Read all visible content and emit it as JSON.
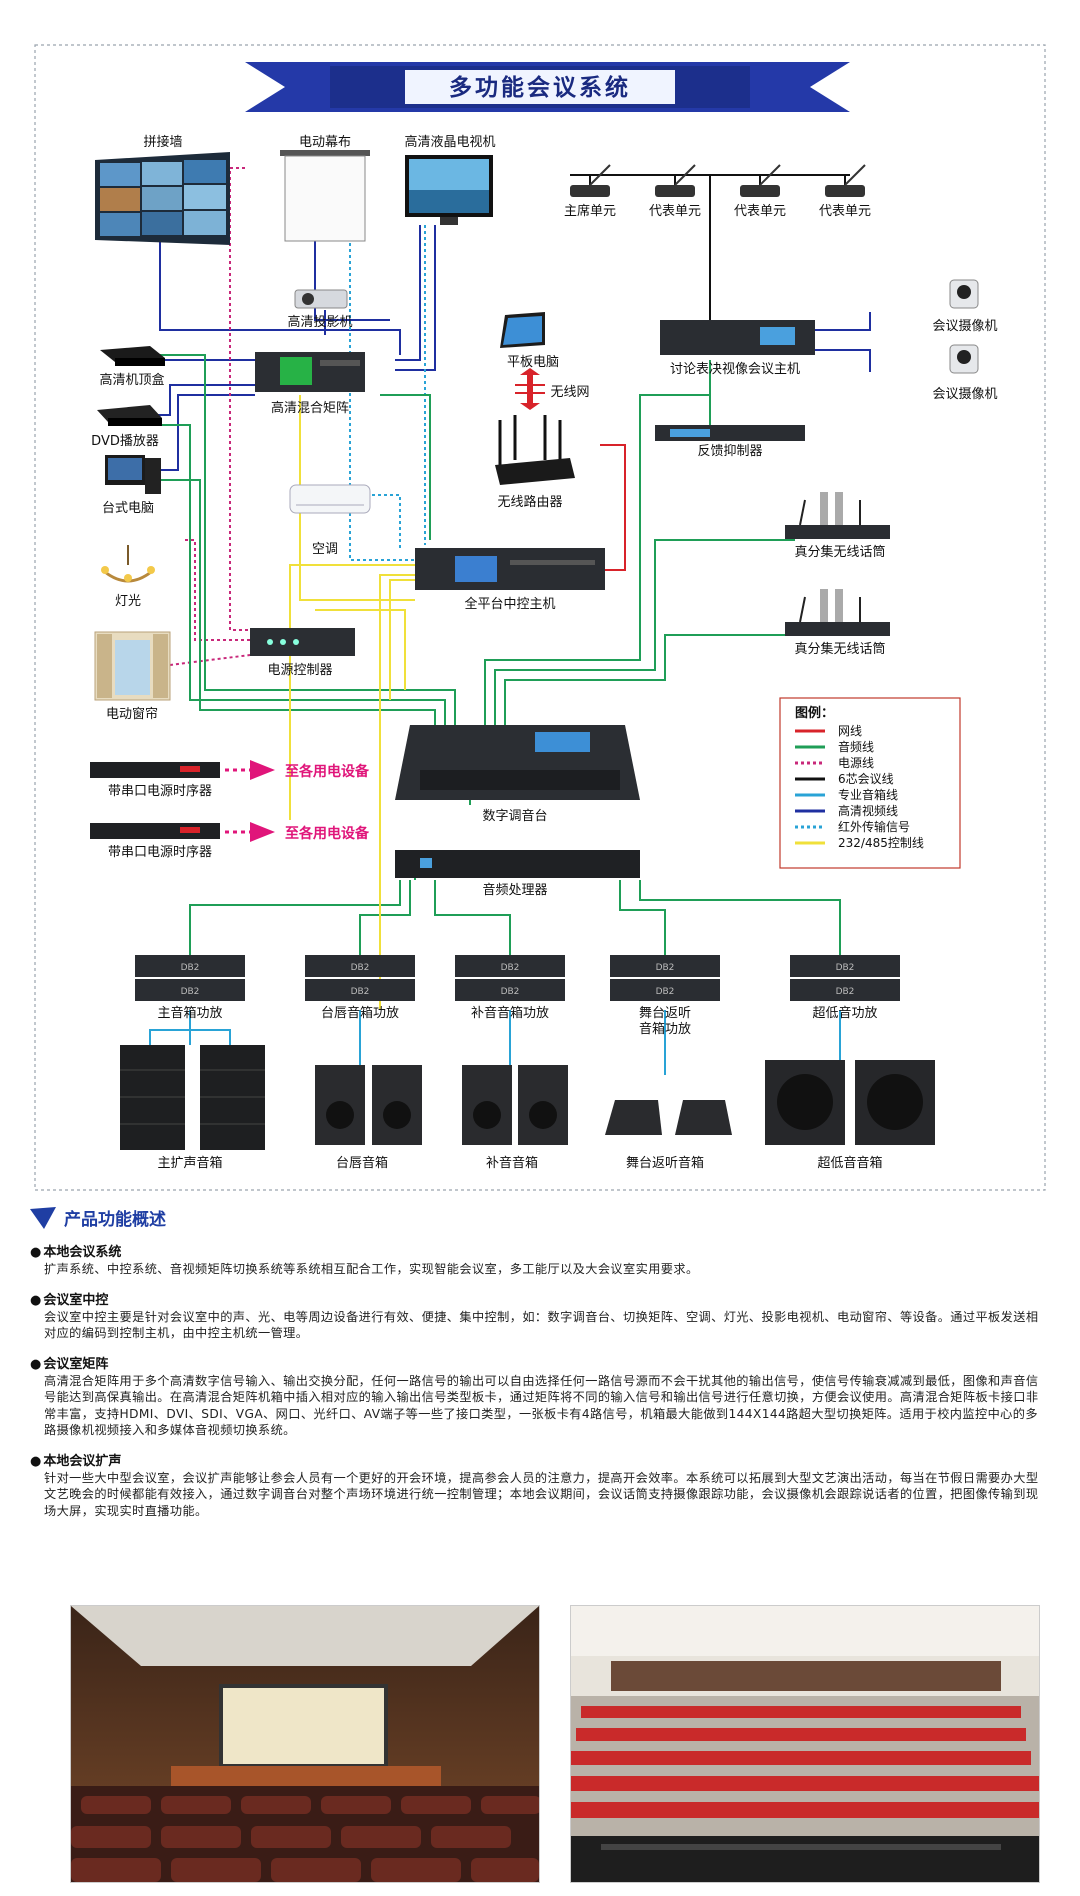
{
  "banner": {
    "title": "多功能会议系统"
  },
  "devices": {
    "splice_wall": "拼接墙",
    "motor_screen": "电动幕布",
    "lcd_tv": "高清液晶电视机",
    "projector": "高清投影机",
    "stb": "高清机顶盒",
    "matrix": "高清混合矩阵",
    "dvd": "DVD播放器",
    "pc": "台式电脑",
    "lamp": "灯光",
    "curtain": "电动窗帘",
    "aircon": "空调",
    "power_ctrl": "电源控制器",
    "tablet": "平板电脑",
    "wifi": "无线网",
    "router": "无线路由器",
    "central": "全平台中控主机",
    "chair_unit": "主席单元",
    "delegate_1": "代表单元",
    "delegate_2": "代表单元",
    "delegate_3": "代表单元",
    "conf_host": "讨论表决视像会议主机",
    "camera_1": "会议摄像机",
    "camera_2": "会议摄像机",
    "feedback": "反馈抑制器",
    "wireless_mic_1": "真分集无线话筒",
    "wireless_mic_2": "真分集无线话筒",
    "mixer": "数字调音台",
    "seq_1": "带串口电源时序器",
    "seq_2": "带串口电源时序器",
    "to_equip_1": "至各用电设备",
    "to_equip_2": "至各用电设备",
    "processor": "音频处理器",
    "amp_main": "主音箱功放",
    "amp_stage": "台唇音箱功放",
    "amp_fill": "补音音箱功放",
    "amp_monitor_1": "舞台返听",
    "amp_monitor_2": "音箱功放",
    "amp_sub": "超低音功放",
    "spk_main": "主扩声音箱",
    "spk_stage": "台唇音箱",
    "spk_fill": "补音音箱",
    "spk_monitor": "舞台返听音箱",
    "spk_sub": "超低音音箱",
    "amp_brand": "DB2"
  },
  "legend": {
    "title": "图例：",
    "items": [
      {
        "label": "网线",
        "color": "#d8232a",
        "style": "solid"
      },
      {
        "label": "音频线",
        "color": "#1f9e57",
        "style": "solid"
      },
      {
        "label": "电源线",
        "color": "#c8287a",
        "style": "dotted"
      },
      {
        "label": "6芯会议线",
        "color": "#111111",
        "style": "solid"
      },
      {
        "label": "专业音箱线",
        "color": "#29a3d6",
        "style": "solid"
      },
      {
        "label": "高清视频线",
        "color": "#1f2fa0",
        "style": "solid"
      },
      {
        "label": "红外传输信号",
        "color": "#29a3d6",
        "style": "dotted"
      },
      {
        "label": "232/485控制线",
        "color": "#f0e03a",
        "style": "solid"
      }
    ]
  },
  "intro": {
    "heading": "产品功能概述",
    "sections": [
      {
        "title": "本地会议系统",
        "body": "扩声系统、中控系统、音视频矩阵切换系统等系统相互配合工作，实现智能会议室，多工能厅以及大会议室实用要求。"
      },
      {
        "title": "会议室中控",
        "body": "会议室中控主要是针对会议室中的声、光、电等周边设备进行有效、便捷、集中控制，如：数字调音台、切换矩阵、空调、灯光、投影电视机、电动窗帘、等设备。通过平板发送相对应的编码到控制主机，由中控主机统一管理。"
      },
      {
        "title": "会议室矩阵",
        "body": "高清混合矩阵用于多个高清数字信号输入、输出交换分配，任何一路信号的输出可以自由选择任何一路信号源而不会干扰其他的输出信号，使信号传输衰减减到最低，图像和声音信号能达到高保真输出。在高清混合矩阵机箱中插入相对应的输入输出信号类型板卡，通过矩阵将不同的输入信号和输出信号进行任意切换，方便会议使用。高清混合矩阵板卡接口非常丰富，支持HDMI、DVI、SDI、VGA、网口、光纤口、AV端子等一些了接口类型，一张板卡有4路信号，机箱最大能做到144X144路超大型切换矩阵。适用于校内监控中心的多路摄像机视频接入和多媒体音视频切换系统。"
      },
      {
        "title": "本地会议扩声",
        "body": "针对一些大中型会议室，会议扩声能够让参会人员有一个更好的开会环境，提高参会人员的注意力，提高开会效率。本系统可以拓展到大型文艺演出活动，每当在节假日需要办大型文艺晚会的时候都能有效接入，通过数字调音台对整个声场环境进行统一控制管理；本地会议期间，会议话筒支持摄像跟踪功能，会议摄像机会跟踪说话者的位置，把图像传输到现场大屏，实现实时直播功能。"
      }
    ]
  }
}
